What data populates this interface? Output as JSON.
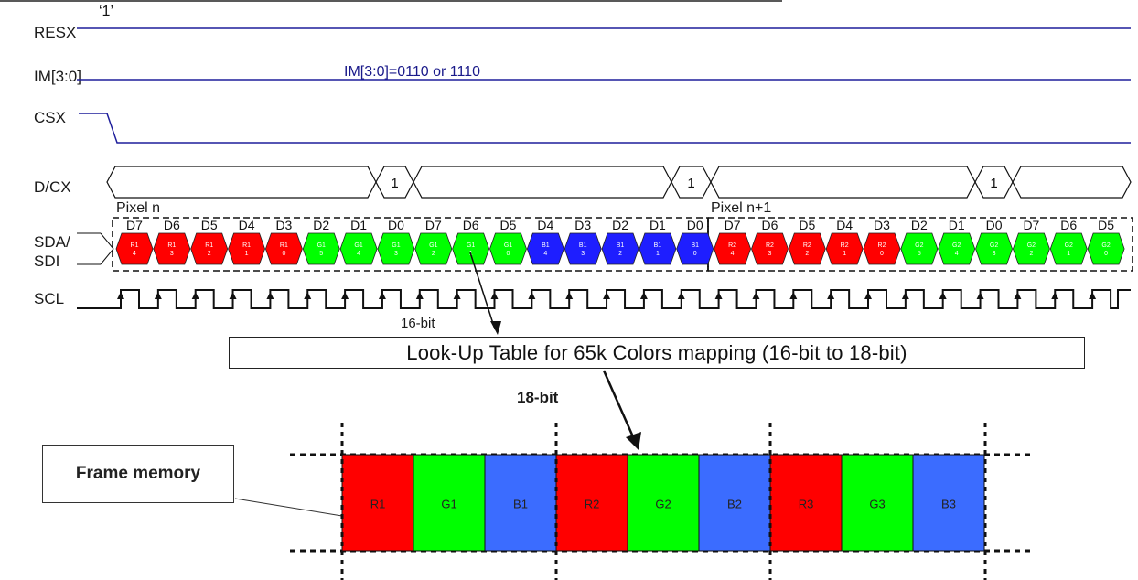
{
  "signals": {
    "resx": "RESX",
    "im": "IM[3:0]",
    "csx": "CSX",
    "dcx": "D/CX",
    "sda_line1": "SDA/",
    "sda_line2": "SDI",
    "scl": "SCL"
  },
  "resx_value": "‘1’",
  "im_value": "IM[3:0]=0110 or 1110",
  "dcx_marker": "1",
  "pixel_n": "Pixel n",
  "pixel_n1": "Pixel n+1",
  "bit_labels": [
    "D7",
    "D6",
    "D5",
    "D4",
    "D3",
    "D2",
    "D1",
    "D0",
    "D7",
    "D6",
    "D5",
    "D4",
    "D3",
    "D2",
    "D1",
    "D0",
    "D7",
    "D6",
    "D5",
    "D4",
    "D3",
    "D2",
    "D1",
    "D0",
    "D7",
    "D6",
    "D5"
  ],
  "cells": [
    {
      "c": "R",
      "t1": "R1",
      "t2": "4"
    },
    {
      "c": "R",
      "t1": "R1",
      "t2": "3"
    },
    {
      "c": "R",
      "t1": "R1",
      "t2": "2"
    },
    {
      "c": "R",
      "t1": "R1",
      "t2": "1"
    },
    {
      "c": "R",
      "t1": "R1",
      "t2": "0"
    },
    {
      "c": "G",
      "t1": "G1",
      "t2": "5"
    },
    {
      "c": "G",
      "t1": "G1",
      "t2": "4"
    },
    {
      "c": "G",
      "t1": "G1",
      "t2": "3"
    },
    {
      "c": "G",
      "t1": "G1",
      "t2": "2"
    },
    {
      "c": "G",
      "t1": "G1",
      "t2": "1"
    },
    {
      "c": "G",
      "t1": "G1",
      "t2": "0"
    },
    {
      "c": "B",
      "t1": "B1",
      "t2": "4"
    },
    {
      "c": "B",
      "t1": "B1",
      "t2": "3"
    },
    {
      "c": "B",
      "t1": "B1",
      "t2": "2"
    },
    {
      "c": "B",
      "t1": "B1",
      "t2": "1"
    },
    {
      "c": "B",
      "t1": "B1",
      "t2": "0"
    },
    {
      "c": "R",
      "t1": "R2",
      "t2": "4"
    },
    {
      "c": "R",
      "t1": "R2",
      "t2": "3"
    },
    {
      "c": "R",
      "t1": "R2",
      "t2": "2"
    },
    {
      "c": "R",
      "t1": "R2",
      "t2": "1"
    },
    {
      "c": "R",
      "t1": "R2",
      "t2": "0"
    },
    {
      "c": "G",
      "t1": "G2",
      "t2": "5"
    },
    {
      "c": "G",
      "t1": "G2",
      "t2": "4"
    },
    {
      "c": "G",
      "t1": "G2",
      "t2": "3"
    },
    {
      "c": "G",
      "t1": "G2",
      "t2": "2"
    },
    {
      "c": "G",
      "t1": "G2",
      "t2": "1"
    },
    {
      "c": "G",
      "t1": "G2",
      "t2": "0"
    }
  ],
  "label_16bit": "16-bit",
  "lut_title": "Look-Up Table for 65k Colors mapping (16-bit to 18-bit)",
  "label_18bit": "18-bit",
  "frame_memory": "Frame memory",
  "memory_cells": [
    {
      "c": "R",
      "label": "R1"
    },
    {
      "c": "G",
      "label": "G1"
    },
    {
      "c": "B",
      "label": "B1"
    },
    {
      "c": "R",
      "label": "R2"
    },
    {
      "c": "G",
      "label": "G2"
    },
    {
      "c": "B",
      "label": "B2"
    },
    {
      "c": "R",
      "label": "R3"
    },
    {
      "c": "G",
      "label": "G3"
    },
    {
      "c": "B",
      "label": "B3"
    }
  ],
  "colors": {
    "line_blue": "#1f1f9c",
    "red": "#ff0000",
    "green": "#00ff00",
    "blue": "#1e1eff",
    "mem_red": "#ff0000",
    "mem_green": "#00ff00",
    "mem_blue": "#3b6cff",
    "ink": "#111111"
  }
}
